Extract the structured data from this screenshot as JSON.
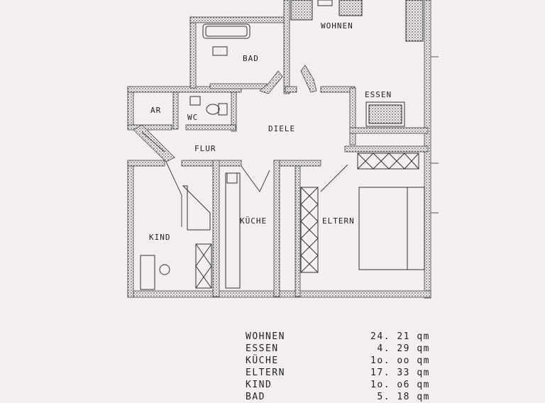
{
  "rooms": {
    "wohnen": "WOHNEN",
    "bad": "BAD",
    "essen": "ESSEN",
    "ar": "AR",
    "wc": "WC",
    "diele": "DIELE",
    "flur": "FLUR",
    "kind": "KIND",
    "kueche": "KÜCHE",
    "eltern": "ELTERN"
  },
  "areas": [
    {
      "room": "WOHNEN",
      "area": "24. 21 qm"
    },
    {
      "room": "ESSEN",
      "area": "4. 29 qm"
    },
    {
      "room": "KÜCHE",
      "area": "1o. oo qm"
    },
    {
      "room": "ELTERN",
      "area": "17. 33 qm"
    },
    {
      "room": "KIND",
      "area": "1o. o6 qm"
    },
    {
      "room": "BAD",
      "area": "5. 18 qm"
    }
  ]
}
